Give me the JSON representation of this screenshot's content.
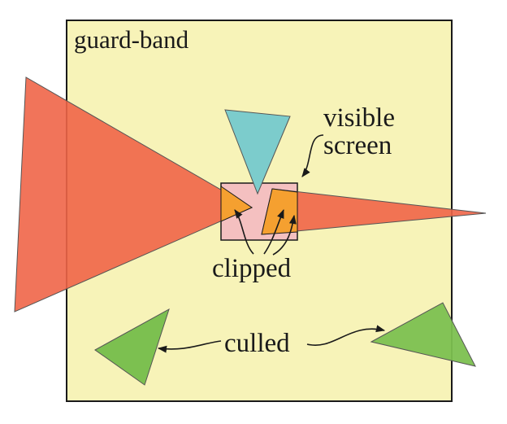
{
  "labels": {
    "guard_band": "guard-band",
    "visible_line1": "visible",
    "visible_line2": "screen",
    "clipped": "clipped",
    "culled": "culled"
  },
  "colors": {
    "guard_band_fill": "#f7f3b8",
    "visible_screen_fill": "#f4c0c0",
    "red_triangle": "#ef6548",
    "cyan_triangle": "#7ccccc",
    "clipped_fill": "#f5a030",
    "green_triangle": "#7cc050",
    "outline": "#1a1a1a"
  }
}
